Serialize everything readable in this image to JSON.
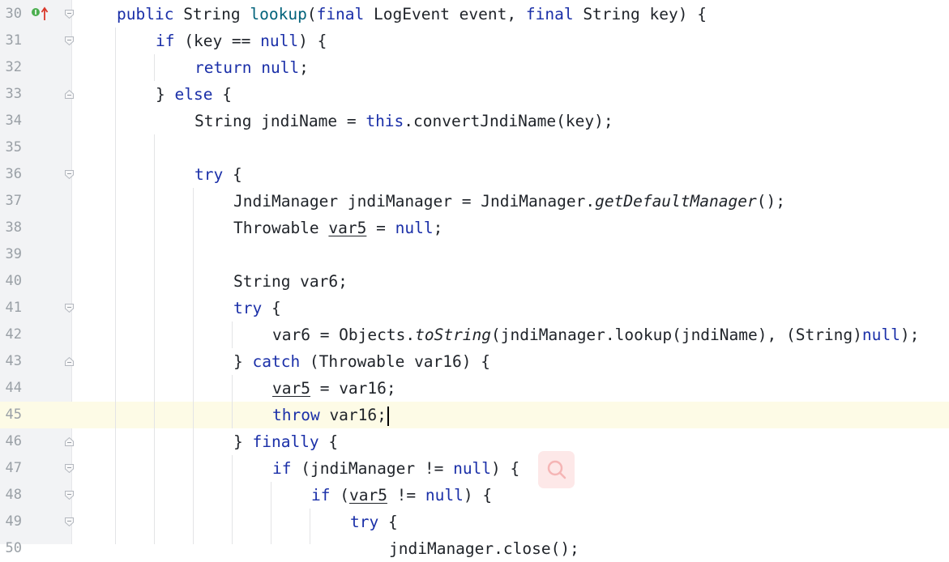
{
  "editor": {
    "current_line": "45",
    "lines": [
      {
        "num": "30",
        "indent": 144,
        "tokens": [
          {
            "t": "public",
            "c": "kw"
          },
          {
            "t": " String "
          },
          {
            "t": "lookup",
            "c": "fn"
          },
          {
            "t": "("
          },
          {
            "t": "final",
            "c": "kw"
          },
          {
            "t": " LogEvent event, "
          },
          {
            "t": "final",
            "c": "kw"
          },
          {
            "t": " String key) {"
          }
        ]
      },
      {
        "num": "31",
        "indent": 192,
        "tokens": [
          {
            "t": "if",
            "c": "kw"
          },
          {
            "t": " (key == "
          },
          {
            "t": "null",
            "c": "kw"
          },
          {
            "t": ") {"
          }
        ]
      },
      {
        "num": "32",
        "indent": 240,
        "tokens": [
          {
            "t": "return",
            "c": "kw"
          },
          {
            "t": " "
          },
          {
            "t": "null",
            "c": "kw"
          },
          {
            "t": ";"
          }
        ]
      },
      {
        "num": "33",
        "indent": 192,
        "tokens": [
          {
            "t": "} "
          },
          {
            "t": "else",
            "c": "kw"
          },
          {
            "t": " {"
          }
        ]
      },
      {
        "num": "34",
        "indent": 240,
        "tokens": [
          {
            "t": "String jndiName = "
          },
          {
            "t": "this",
            "c": "kw"
          },
          {
            "t": ".convertJndiName(key);"
          }
        ]
      },
      {
        "num": "35",
        "indent": 240,
        "tokens": []
      },
      {
        "num": "36",
        "indent": 240,
        "tokens": [
          {
            "t": "try",
            "c": "kw"
          },
          {
            "t": " {"
          }
        ]
      },
      {
        "num": "37",
        "indent": 288,
        "tokens": [
          {
            "t": "JndiManager jndiManager = JndiManager."
          },
          {
            "t": "getDefaultManager",
            "c": "it"
          },
          {
            "t": "();"
          }
        ]
      },
      {
        "num": "38",
        "indent": 288,
        "tokens": [
          {
            "t": "Throwable "
          },
          {
            "t": "var5",
            "c": "ul"
          },
          {
            "t": " = "
          },
          {
            "t": "null",
            "c": "kw"
          },
          {
            "t": ";"
          }
        ]
      },
      {
        "num": "39",
        "indent": 288,
        "tokens": []
      },
      {
        "num": "40",
        "indent": 288,
        "tokens": [
          {
            "t": "String var6;"
          }
        ]
      },
      {
        "num": "41",
        "indent": 288,
        "tokens": [
          {
            "t": "try",
            "c": "kw"
          },
          {
            "t": " {"
          }
        ]
      },
      {
        "num": "42",
        "indent": 336,
        "tokens": [
          {
            "t": "var6 = Objects."
          },
          {
            "t": "toString",
            "c": "it"
          },
          {
            "t": "(jndiManager.lookup(jndiName), (String)"
          },
          {
            "t": "null",
            "c": "kw"
          },
          {
            "t": ");"
          }
        ]
      },
      {
        "num": "43",
        "indent": 288,
        "tokens": [
          {
            "t": "} "
          },
          {
            "t": "catch",
            "c": "kw"
          },
          {
            "t": " (Throwable var16) {"
          }
        ]
      },
      {
        "num": "44",
        "indent": 336,
        "tokens": [
          {
            "t": "var5",
            "c": "ul"
          },
          {
            "t": " = var16;"
          }
        ]
      },
      {
        "num": "45",
        "indent": 336,
        "tokens": [
          {
            "t": "throw",
            "c": "kw"
          },
          {
            "t": " var16;"
          }
        ]
      },
      {
        "num": "46",
        "indent": 288,
        "tokens": [
          {
            "t": "} "
          },
          {
            "t": "finally",
            "c": "kw"
          },
          {
            "t": " {"
          }
        ]
      },
      {
        "num": "47",
        "indent": 336,
        "tokens": [
          {
            "t": "if",
            "c": "kw"
          },
          {
            "t": " (jndiManager != "
          },
          {
            "t": "null",
            "c": "kw"
          },
          {
            "t": ") {"
          }
        ]
      },
      {
        "num": "48",
        "indent": 384,
        "tokens": [
          {
            "t": "if",
            "c": "kw"
          },
          {
            "t": " ("
          },
          {
            "t": "var5",
            "c": "ul"
          },
          {
            "t": " != "
          },
          {
            "t": "null",
            "c": "kw"
          },
          {
            "t": ") {"
          }
        ]
      },
      {
        "num": "49",
        "indent": 432,
        "tokens": [
          {
            "t": "try",
            "c": "kw"
          },
          {
            "t": " {"
          }
        ]
      },
      {
        "num": "50",
        "indent": 480,
        "tokens": [
          {
            "t": "jndiManager.close();"
          }
        ]
      }
    ]
  },
  "gutter_icons": {
    "override_marker": "implements-override-icon",
    "fold_open_lines": [
      "30",
      "31",
      "36",
      "41",
      "47",
      "48",
      "49"
    ],
    "fold_close_lines": [
      "33",
      "43",
      "46"
    ]
  },
  "overlay": {
    "icon": "search-icon"
  },
  "colors": {
    "keyword": "#1a2fa8",
    "method_decl": "#00627a",
    "text": "#1f2329",
    "line_number": "#9aa0a6",
    "gutter_bg": "#f2f3f5",
    "current_line_bg": "#fdfbe6",
    "search_bubble": "#fde8e8"
  }
}
